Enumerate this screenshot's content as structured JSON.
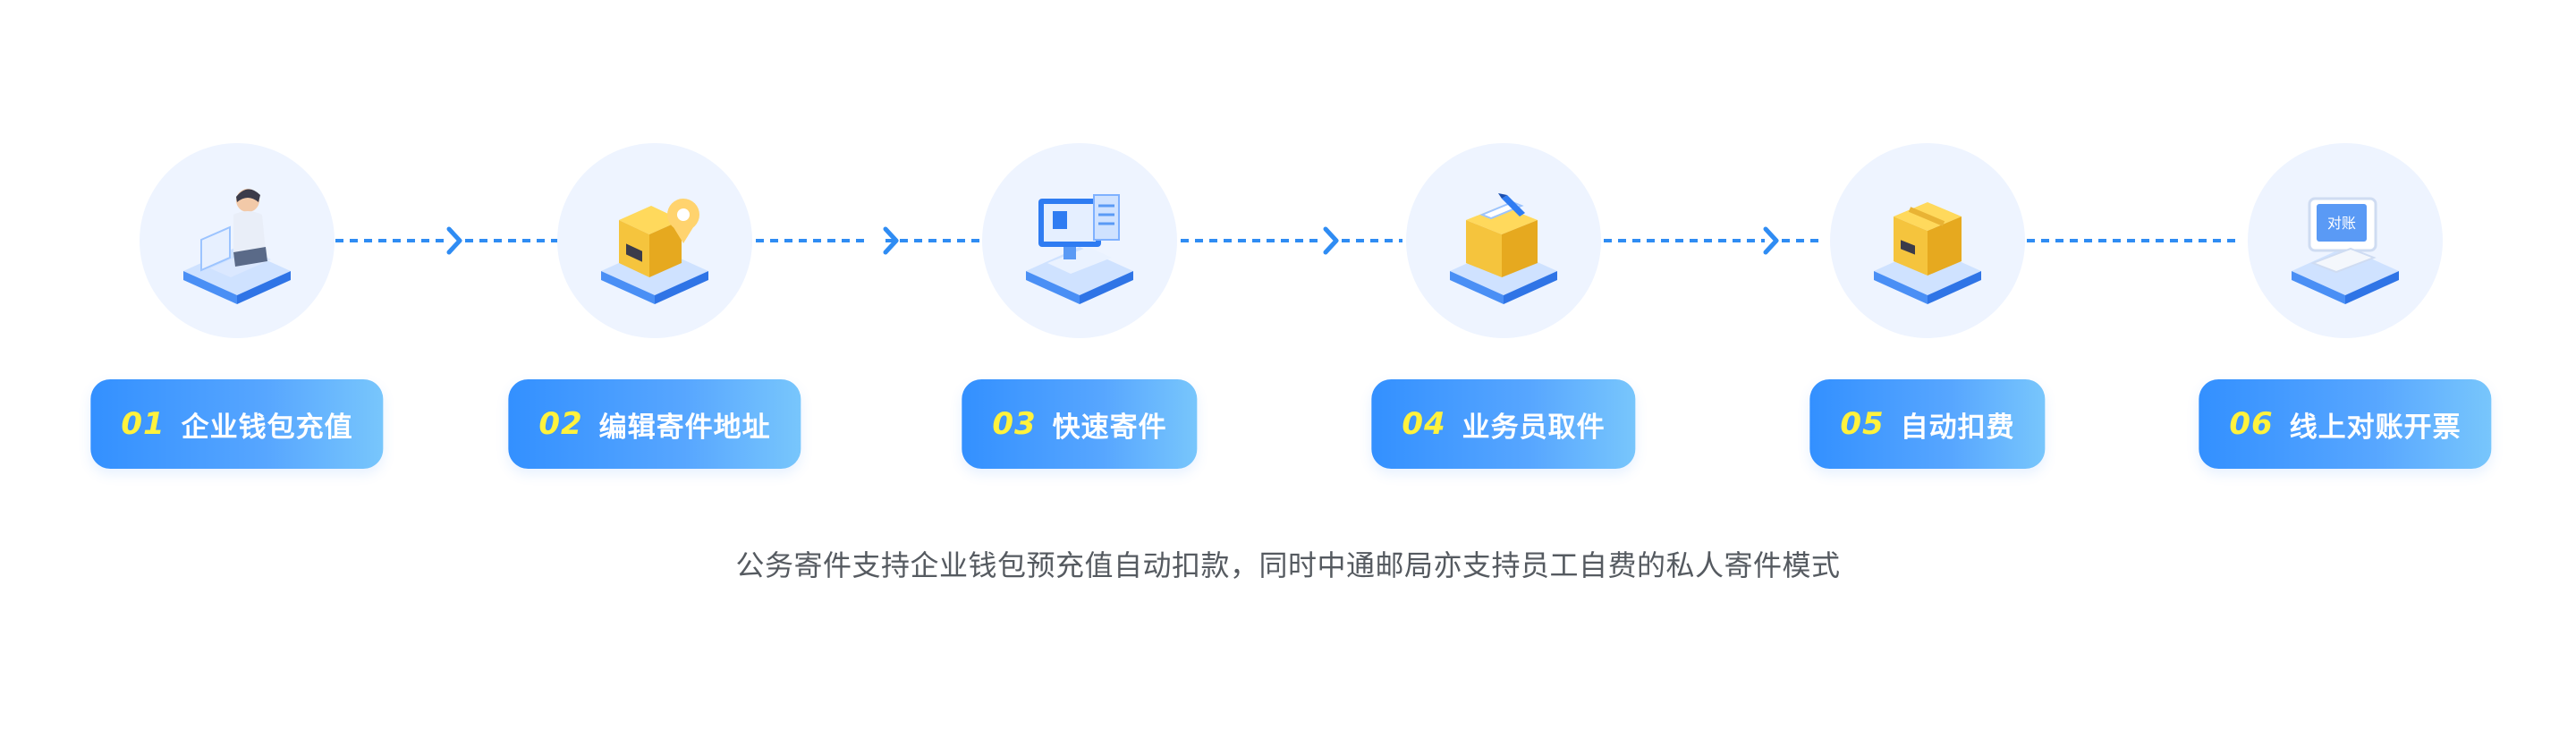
{
  "steps": [
    {
      "num": "01",
      "label": "企业钱包充值",
      "icon": "person-laptop-icon"
    },
    {
      "num": "02",
      "label": "编辑寄件地址",
      "icon": "package-location-icon"
    },
    {
      "num": "03",
      "label": "快速寄件",
      "icon": "computer-document-icon"
    },
    {
      "num": "04",
      "label": "业务员取件",
      "icon": "package-pen-icon"
    },
    {
      "num": "05",
      "label": "自动扣费",
      "icon": "package-icon"
    },
    {
      "num": "06",
      "label": "线上对账开票",
      "icon": "reconciliation-monitor-icon"
    }
  ],
  "monitor_text": "对账",
  "caption": "公务寄件支持企业钱包预充值自动扣款，同时中通邮局亦支持员工自费的私人寄件模式",
  "colors": {
    "accent": "#3390ff",
    "number": "#fff23d",
    "circle_bg": "#eef4ff",
    "package": "#f5c43d",
    "caption": "#555a60"
  }
}
